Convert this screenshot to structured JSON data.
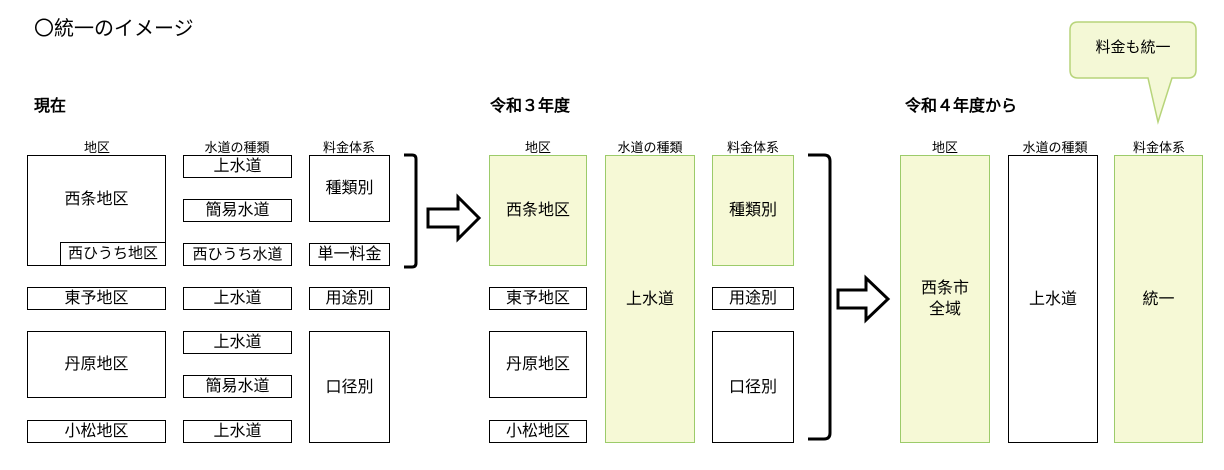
{
  "title": "〇統一のイメージ",
  "callout": "料金も統一",
  "current": {
    "section_label": "現在",
    "headers": {
      "area": "地区",
      "water_type": "水道の種類",
      "fee_system": "料金体系"
    },
    "areas": {
      "saijo": "西条地区",
      "nishiuchi": "西ひうち地区",
      "toyo": "東予地区",
      "tanbara": "丹原地区",
      "komatsu": "小松地区"
    },
    "water": {
      "saijo_1": "上水道",
      "saijo_2": "簡易水道",
      "nishiuchi": "西ひうち水道",
      "toyo": "上水道",
      "tanbara_1": "上水道",
      "tanbara_2": "簡易水道",
      "komatsu": "上水道"
    },
    "fees": {
      "saijo": "種類別",
      "nishiuchi": "単一料金",
      "toyo": "用途別",
      "rest": "口径別"
    }
  },
  "r3": {
    "section_label": "令和３年度",
    "headers": {
      "area": "地区",
      "water_type": "水道の種類",
      "fee_system": "料金体系"
    },
    "areas": {
      "saijo": "西条地区",
      "toyo": "東予地区",
      "tanbara": "丹原地区",
      "komatsu": "小松地区"
    },
    "water": "上水道",
    "fees": {
      "saijo": "種類別",
      "toyo": "用途別",
      "rest": "口径別"
    }
  },
  "r4": {
    "section_label": "令和４年度から",
    "headers": {
      "area": "地区",
      "water_type": "水道の種類",
      "fee_system": "料金体系"
    },
    "area": "西条市\n全域",
    "water": "上水道",
    "fee": "統一"
  },
  "colors": {
    "highlight_fill": "#f6f9d6",
    "highlight_border": "#9ccb6a",
    "callout_fill": "#f4f8d6",
    "callout_border": "#b7d47a"
  }
}
